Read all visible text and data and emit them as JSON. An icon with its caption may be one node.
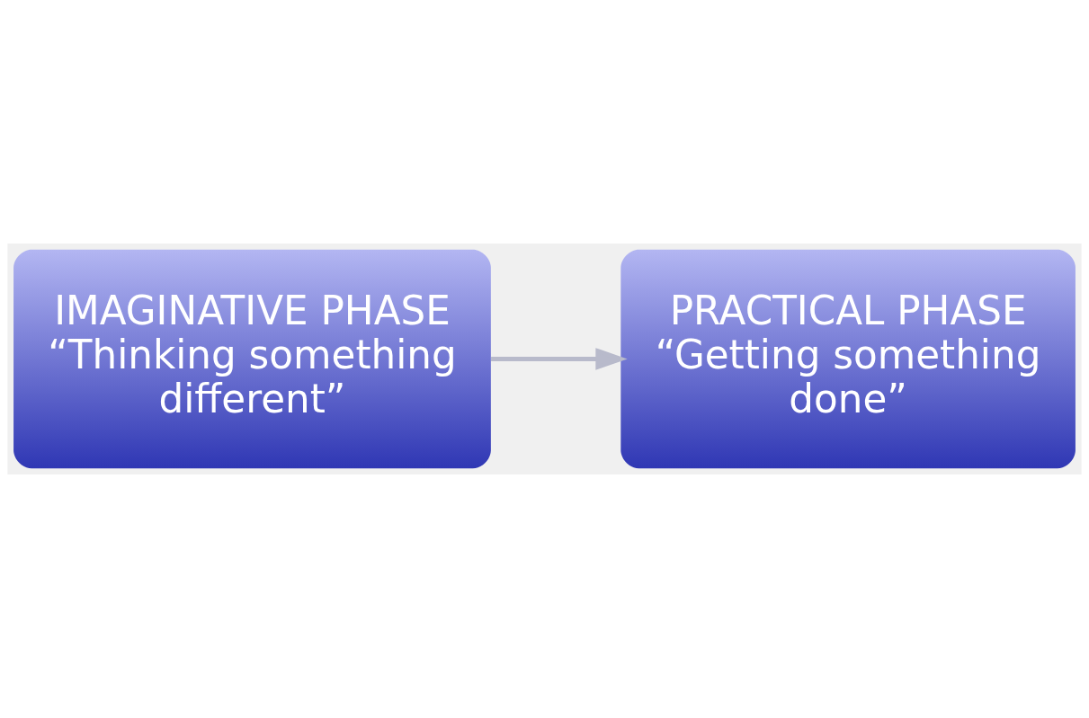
{
  "diagram": {
    "nodes": [
      {
        "text": [
          "IMAGINATIVE PHASE",
          "“Thinking something different”"
        ]
      },
      {
        "text": [
          "PRACTICAL PHASE",
          "“Getting something done”"
        ]
      }
    ],
    "edges": [
      {
        "from": 0,
        "to": 1,
        "arrow": "to"
      }
    ]
  }
}
